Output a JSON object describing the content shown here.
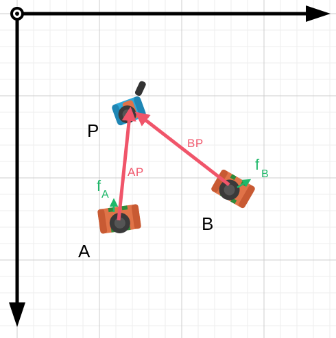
{
  "colors": {
    "axis": "#000000",
    "grid_minor": "#eeeeee",
    "grid_major": "#cccccc",
    "vector": "#f0556a",
    "force": "#1fb86a",
    "robot_body": "#e07348",
    "robot_dark": "#3a3a3a",
    "robot_accent": "#2f8a3a",
    "p_body": "#2ea8d8",
    "p_accent": "#e07348"
  },
  "icons": {
    "origin": "origin-circle-icon",
    "robot": "robot-icon",
    "pointer": "pointer-robot-icon"
  },
  "points": {
    "p": "P",
    "a": "A",
    "b": "B"
  },
  "vectors": {
    "ap": "AP",
    "bp": "BP"
  },
  "forces": {
    "fa_main": "f",
    "fa_sub": "A",
    "fb_main": "f",
    "fb_sub": "B"
  }
}
